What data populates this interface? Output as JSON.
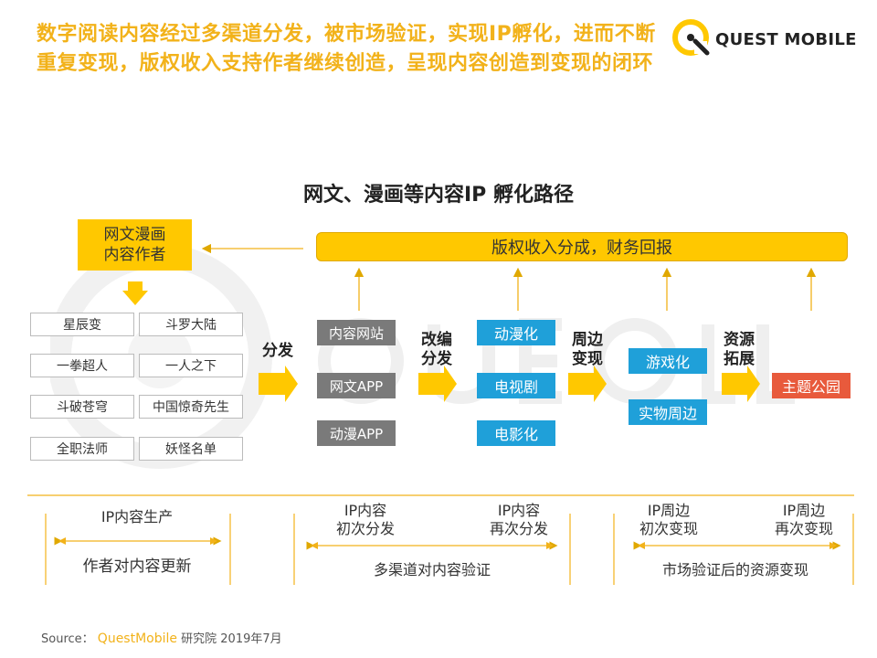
{
  "header": {
    "headline": "数字阅读内容经过多渠道分发，被市场验证，实现IP孵化，进而不断重复变现，版权收入支持作者继续创造，呈现内容创造到变现的闭环",
    "logo_text": "QUEST MOBILE"
  },
  "diagram": {
    "title": "网文、漫画等内容IP 孵化路径",
    "author_box": "网文漫画\n内容作者",
    "revenue_bar": "版权收入分成，财务回报",
    "ip_titles": [
      "星辰变",
      "斗罗大陆",
      "一拳超人",
      "一人之下",
      "斗破苍穹",
      "中国惊奇先生",
      "全职法师",
      "妖怪名单"
    ],
    "stage_labels": {
      "distribute": "分发",
      "adapt": "改编\n分发",
      "merch": "周边\n变现",
      "expand": "资源\n拓展"
    },
    "channels": [
      "内容网站",
      "网文APP",
      "动漫APP"
    ],
    "adaptations": [
      "动漫化",
      "电视剧",
      "电影化"
    ],
    "merch_items": [
      "游戏化",
      "实物周边"
    ],
    "theme_park": "主题公园"
  },
  "bottom": {
    "col1_top": "IP内容生产",
    "col1_bottom": "作者对内容更新",
    "col2_left": "IP内容\n初次分发",
    "col2_right": "IP内容\n再次分发",
    "col2_bottom": "多渠道对内容验证",
    "col3_left": "IP周边\n初次变现",
    "col3_right": "IP周边\n再次变现",
    "col3_bottom": "市场验证后的资源变现"
  },
  "source": {
    "prefix": "Source：",
    "brand": "QuestMobile",
    "suffix": "研究院 2019年7月"
  },
  "colors": {
    "accent_yellow": "#ffc800",
    "headline_yellow": "#f2b21a",
    "gray": "#7a7a7a",
    "blue": "#1fa0d9",
    "orange": "#e85a3c"
  }
}
